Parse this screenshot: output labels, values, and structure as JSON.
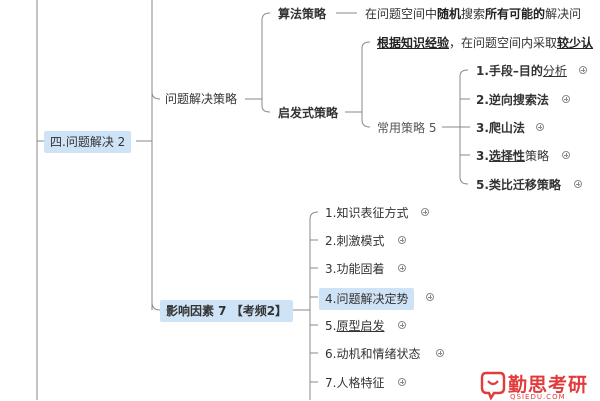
{
  "root": {
    "label": "四.问题解决 2"
  },
  "problem_solving": {
    "label": "问题解决策略",
    "algorithm": {
      "label": "算法策略",
      "desc_parts": [
        "在问题空间中",
        "随机",
        "搜索",
        "所有可能的",
        "解决问"
      ]
    },
    "heuristic": {
      "label": "启发式策略",
      "desc_parts": [
        "根据知识经验",
        "，在问题空间内采取",
        "较少认"
      ],
      "common": {
        "label": "常用策略 5",
        "items": [
          {
            "parts": [
              "1.手段–目的",
              "分析"
            ]
          },
          {
            "parts": [
              "2.逆向搜索法"
            ]
          },
          {
            "parts": [
              "3.爬山法"
            ]
          },
          {
            "parts": [
              "3.",
              "选择性",
              "策略"
            ]
          },
          {
            "parts": [
              "5.类比迁移策略"
            ]
          }
        ]
      }
    }
  },
  "factors": {
    "label": "影响因素 7 【考频2】",
    "items": [
      {
        "parts": [
          "1.知识表征方式"
        ]
      },
      {
        "parts": [
          "2.刺激模式"
        ]
      },
      {
        "parts": [
          "3.功能固着"
        ]
      },
      {
        "parts": [
          "4.问题解决定势"
        ]
      },
      {
        "parts": [
          "5.",
          "原型启发"
        ]
      },
      {
        "parts": [
          "6.动机和情绪状态"
        ]
      },
      {
        "parts": [
          "7.人格特征"
        ]
      }
    ]
  },
  "logo": {
    "cn": "勤思考研",
    "en": "QSIEDU.COM"
  },
  "colors": {
    "line": "#8a8a8a",
    "pill": "#cfe3f7",
    "brand": "#e23b3b"
  }
}
